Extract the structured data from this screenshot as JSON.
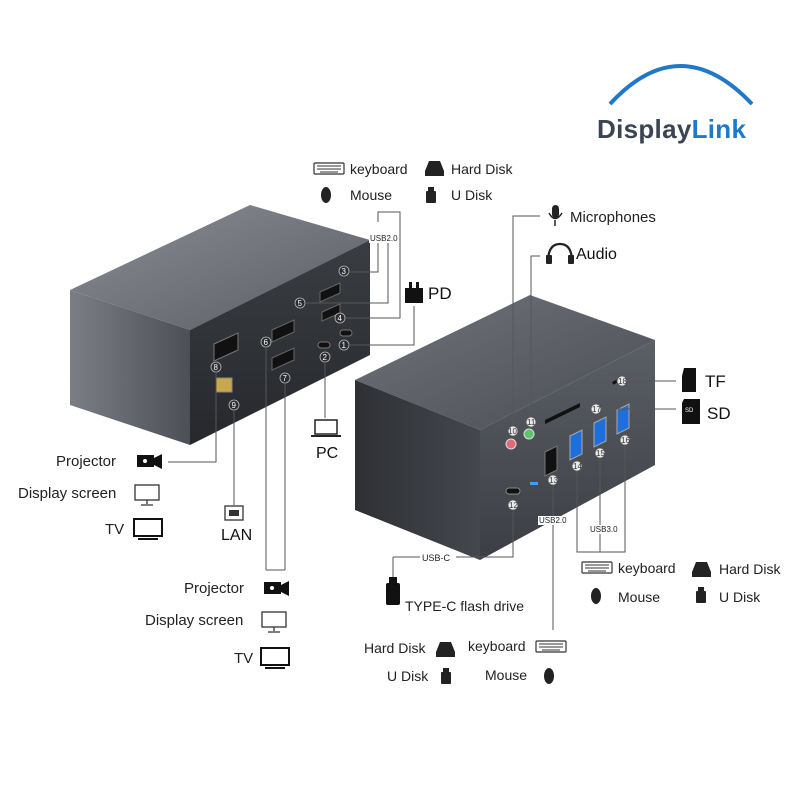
{
  "logo": {
    "text_part1": "Display",
    "text_part2": "Link",
    "arc_color": "#1f78c8"
  },
  "top_usb2": {
    "keyboard": "keyboard",
    "hard_disk": "Hard Disk",
    "mouse": "Mouse",
    "u_disk": "U Disk",
    "tag": "USB2.0"
  },
  "pd_label": "PD",
  "pc_label": "PC",
  "lan_label": "LAN",
  "left_group_1": {
    "projector": "Projector",
    "display": "Display screen",
    "tv": "TV"
  },
  "left_group_2": {
    "projector": "Projector",
    "display": "Display screen",
    "tv": "TV"
  },
  "front": {
    "microphones": "Microphones",
    "audio": "Audio",
    "tf": "TF",
    "sd": "SD",
    "usb3_tag": "USB3.0",
    "usb2_tag": "USB2.0",
    "usbc_tag": "USB-C",
    "flash_drive": "TYPE-C flash drive"
  },
  "right_usb3": {
    "keyboard": "keyboard",
    "hard_disk": "Hard Disk",
    "mouse": "Mouse",
    "u_disk": "U Disk"
  },
  "bottom_usb2": {
    "hard_disk": "Hard Disk",
    "keyboard": "keyboard",
    "u_disk": "U Disk",
    "mouse": "Mouse"
  },
  "port_numbers": {
    "back": [
      "1",
      "2",
      "3",
      "4",
      "5",
      "6",
      "7",
      "8",
      "9"
    ],
    "front": [
      "10",
      "11",
      "12",
      "13",
      "14",
      "15",
      "16",
      "17",
      "18"
    ]
  },
  "icons": {
    "keyboard": "keyboard-icon",
    "hard_disk": "hard-disk-icon",
    "mouse": "mouse-icon",
    "u_disk": "u-disk-icon",
    "projector": "projector-icon",
    "display": "monitor-icon",
    "tv": "tv-icon",
    "lan": "lan-icon",
    "pc": "laptop-icon",
    "pd": "power-adapter-icon",
    "microphone": "microphone-icon",
    "audio": "headphones-icon",
    "tf": "tf-card-icon",
    "sd": "sd-card-icon",
    "flash": "usb-c-flash-drive-icon"
  }
}
